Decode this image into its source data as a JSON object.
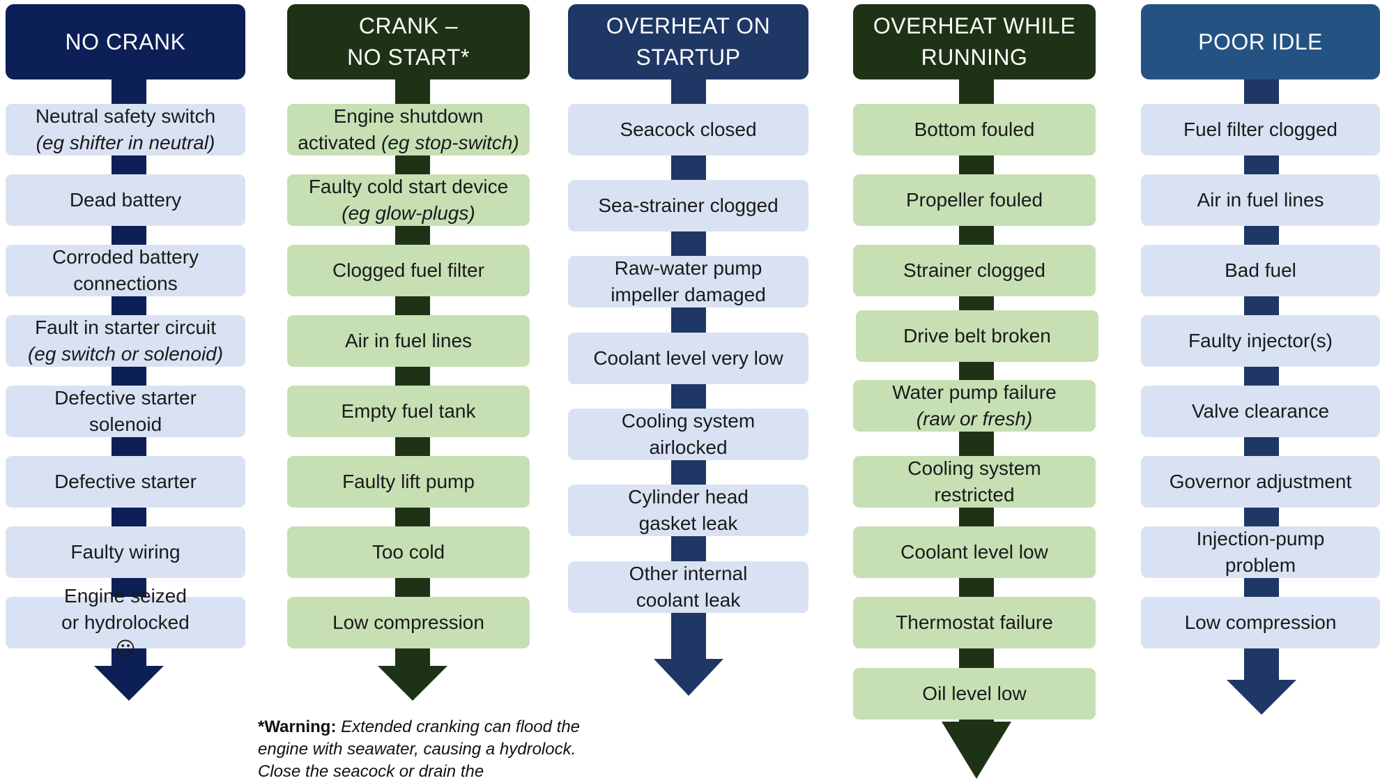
{
  "colors": {
    "navy": "#0c1f56",
    "dark_green": "#1e3315",
    "slate_blue": "#1f3764",
    "steel_blue": "#245383",
    "box_blue": "#d9e2f3",
    "box_green": "#c6e0b4"
  },
  "columns": [
    {
      "title_lines": [
        "NO CRANK"
      ],
      "items": [
        {
          "text": "Neutral safety switch",
          "sub": "(eg shifter in neutral)"
        },
        {
          "text": "Dead battery"
        },
        {
          "text": "Corroded battery connections"
        },
        {
          "text": "Fault in starter circuit",
          "sub": "(eg switch or solenoid)"
        },
        {
          "text": "Defective starter solenoid"
        },
        {
          "text": "Defective starter"
        },
        {
          "text": "Faulty wiring"
        },
        {
          "text": "Engine seized or hydrolocked ☹"
        }
      ]
    },
    {
      "title_lines": [
        "CRANK –",
        "NO START*"
      ],
      "items": [
        {
          "text": "Engine shutdown",
          "text2": "activated ",
          "sub": "(eg stop-switch)"
        },
        {
          "text": "Faulty cold start device",
          "sub": "(eg glow-plugs)"
        },
        {
          "text": "Clogged fuel filter"
        },
        {
          "text": "Air in fuel lines"
        },
        {
          "text": "Empty fuel tank"
        },
        {
          "text": "Faulty lift pump"
        },
        {
          "text": "Too cold"
        },
        {
          "text": "Low compression"
        }
      ]
    },
    {
      "title_lines": [
        "OVERHEAT ON",
        "STARTUP"
      ],
      "items": [
        {
          "text": "Seacock closed"
        },
        {
          "text": "Sea-strainer clogged"
        },
        {
          "text": "Raw-water pump impeller damaged"
        },
        {
          "text": "Coolant level very low"
        },
        {
          "text": "Cooling system airlocked"
        },
        {
          "text": "Cylinder head gasket leak"
        },
        {
          "text": "Other internal coolant leak"
        }
      ]
    },
    {
      "title_lines": [
        "OVERHEAT WHILE",
        "RUNNING"
      ],
      "items": [
        {
          "text": "Bottom fouled"
        },
        {
          "text": "Propeller fouled"
        },
        {
          "text": "Strainer clogged"
        },
        {
          "text": "Drive belt broken"
        },
        {
          "text": "Water pump failure",
          "sub": "(raw or fresh)"
        },
        {
          "text": "Cooling system restricted"
        },
        {
          "text": "Coolant level low"
        },
        {
          "text": "Thermostat failure"
        },
        {
          "text": "Oil level low"
        }
      ]
    },
    {
      "title_lines": [
        "POOR IDLE"
      ],
      "items": [
        {
          "text": "Fuel filter clogged"
        },
        {
          "text": "Air in fuel lines"
        },
        {
          "text": "Bad fuel"
        },
        {
          "text": "Faulty injector(s)"
        },
        {
          "text": "Valve clearance"
        },
        {
          "text": "Governor adjustment"
        },
        {
          "text": "Injection-pump problem"
        },
        {
          "text": "Low compression"
        }
      ]
    }
  ],
  "warning": {
    "label": "*Warning:",
    "text": " Extended cranking can flood the engine with seawater, causing a hydrolock. Close the seacock or drain the"
  }
}
